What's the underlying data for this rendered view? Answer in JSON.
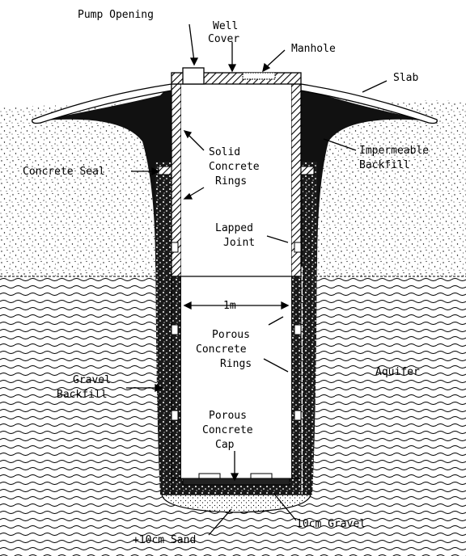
{
  "labels": {
    "pump_opening": "Pump Opening",
    "well_cover": [
      "Well",
      "Cover"
    ],
    "manhole": "Manhole",
    "slab": "Slab",
    "solid_rings": [
      "Solid",
      "Concrete",
      "Rings"
    ],
    "impermeable_backfill": [
      "Impermeable",
      "Backfill"
    ],
    "concrete_seal": "Concrete Seal",
    "lapped_joint": [
      "Lapped",
      "Joint"
    ],
    "diameter": "1m",
    "porous_rings": [
      "Porous",
      "Concrete",
      "Rings"
    ],
    "aquifer": "Aquifer",
    "gravel_backfill": [
      "Gravel",
      "Backfill"
    ],
    "porous_cap": [
      "Porous",
      "Concrete",
      "Cap"
    ],
    "gravel_layer": "10cm Gravel",
    "sand_layer": "+10cm Sand"
  }
}
